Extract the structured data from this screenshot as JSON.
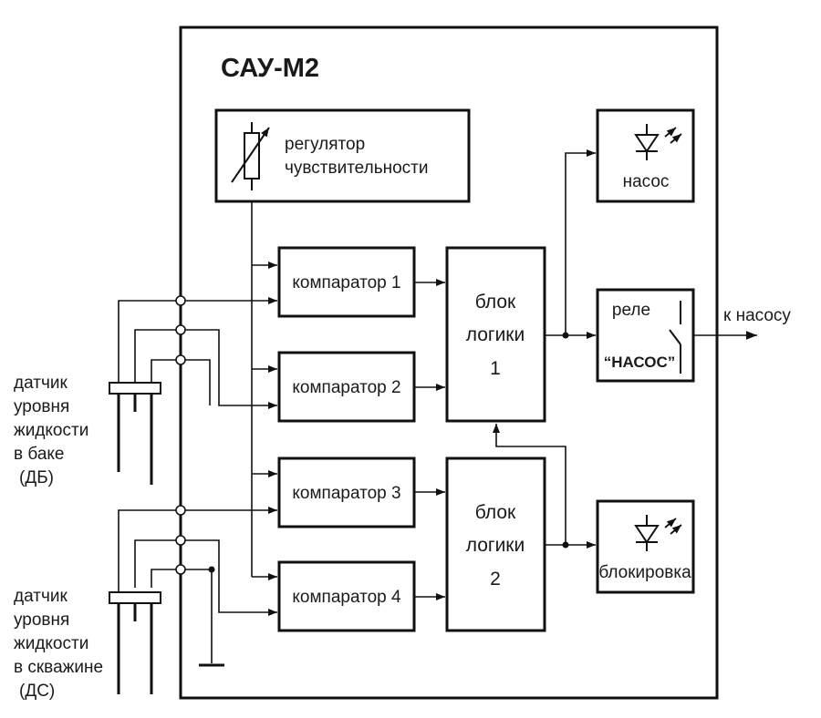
{
  "title": "САУ-М2",
  "regulator": {
    "line1": "регулятор",
    "line2": "чувствительности"
  },
  "comparators": [
    "компаратор 1",
    "компаратор 2",
    "компаратор 3",
    "компаратор 4"
  ],
  "logic_blocks": [
    {
      "line1": "блок",
      "line2": "логики",
      "number": "1"
    },
    {
      "line1": "блок",
      "line2": "логики",
      "number": "2"
    }
  ],
  "pump_led": "насос",
  "relay": {
    "line1": "реле",
    "line2": "“НАСОС”"
  },
  "output_label": "к насосу",
  "block_led": "блокировка",
  "sensor_tank": {
    "lines": [
      "датчик",
      "уровня",
      "жидкости",
      "в баке"
    ],
    "abbr": "(ДБ)"
  },
  "sensor_well": {
    "lines": [
      "датчик",
      "уровня",
      "жидкости",
      "в скважине"
    ],
    "abbr": "(ДС)"
  },
  "icons": [
    "potentiometer-icon",
    "led-icon",
    "relay-switch-icon",
    "ground-icon"
  ]
}
